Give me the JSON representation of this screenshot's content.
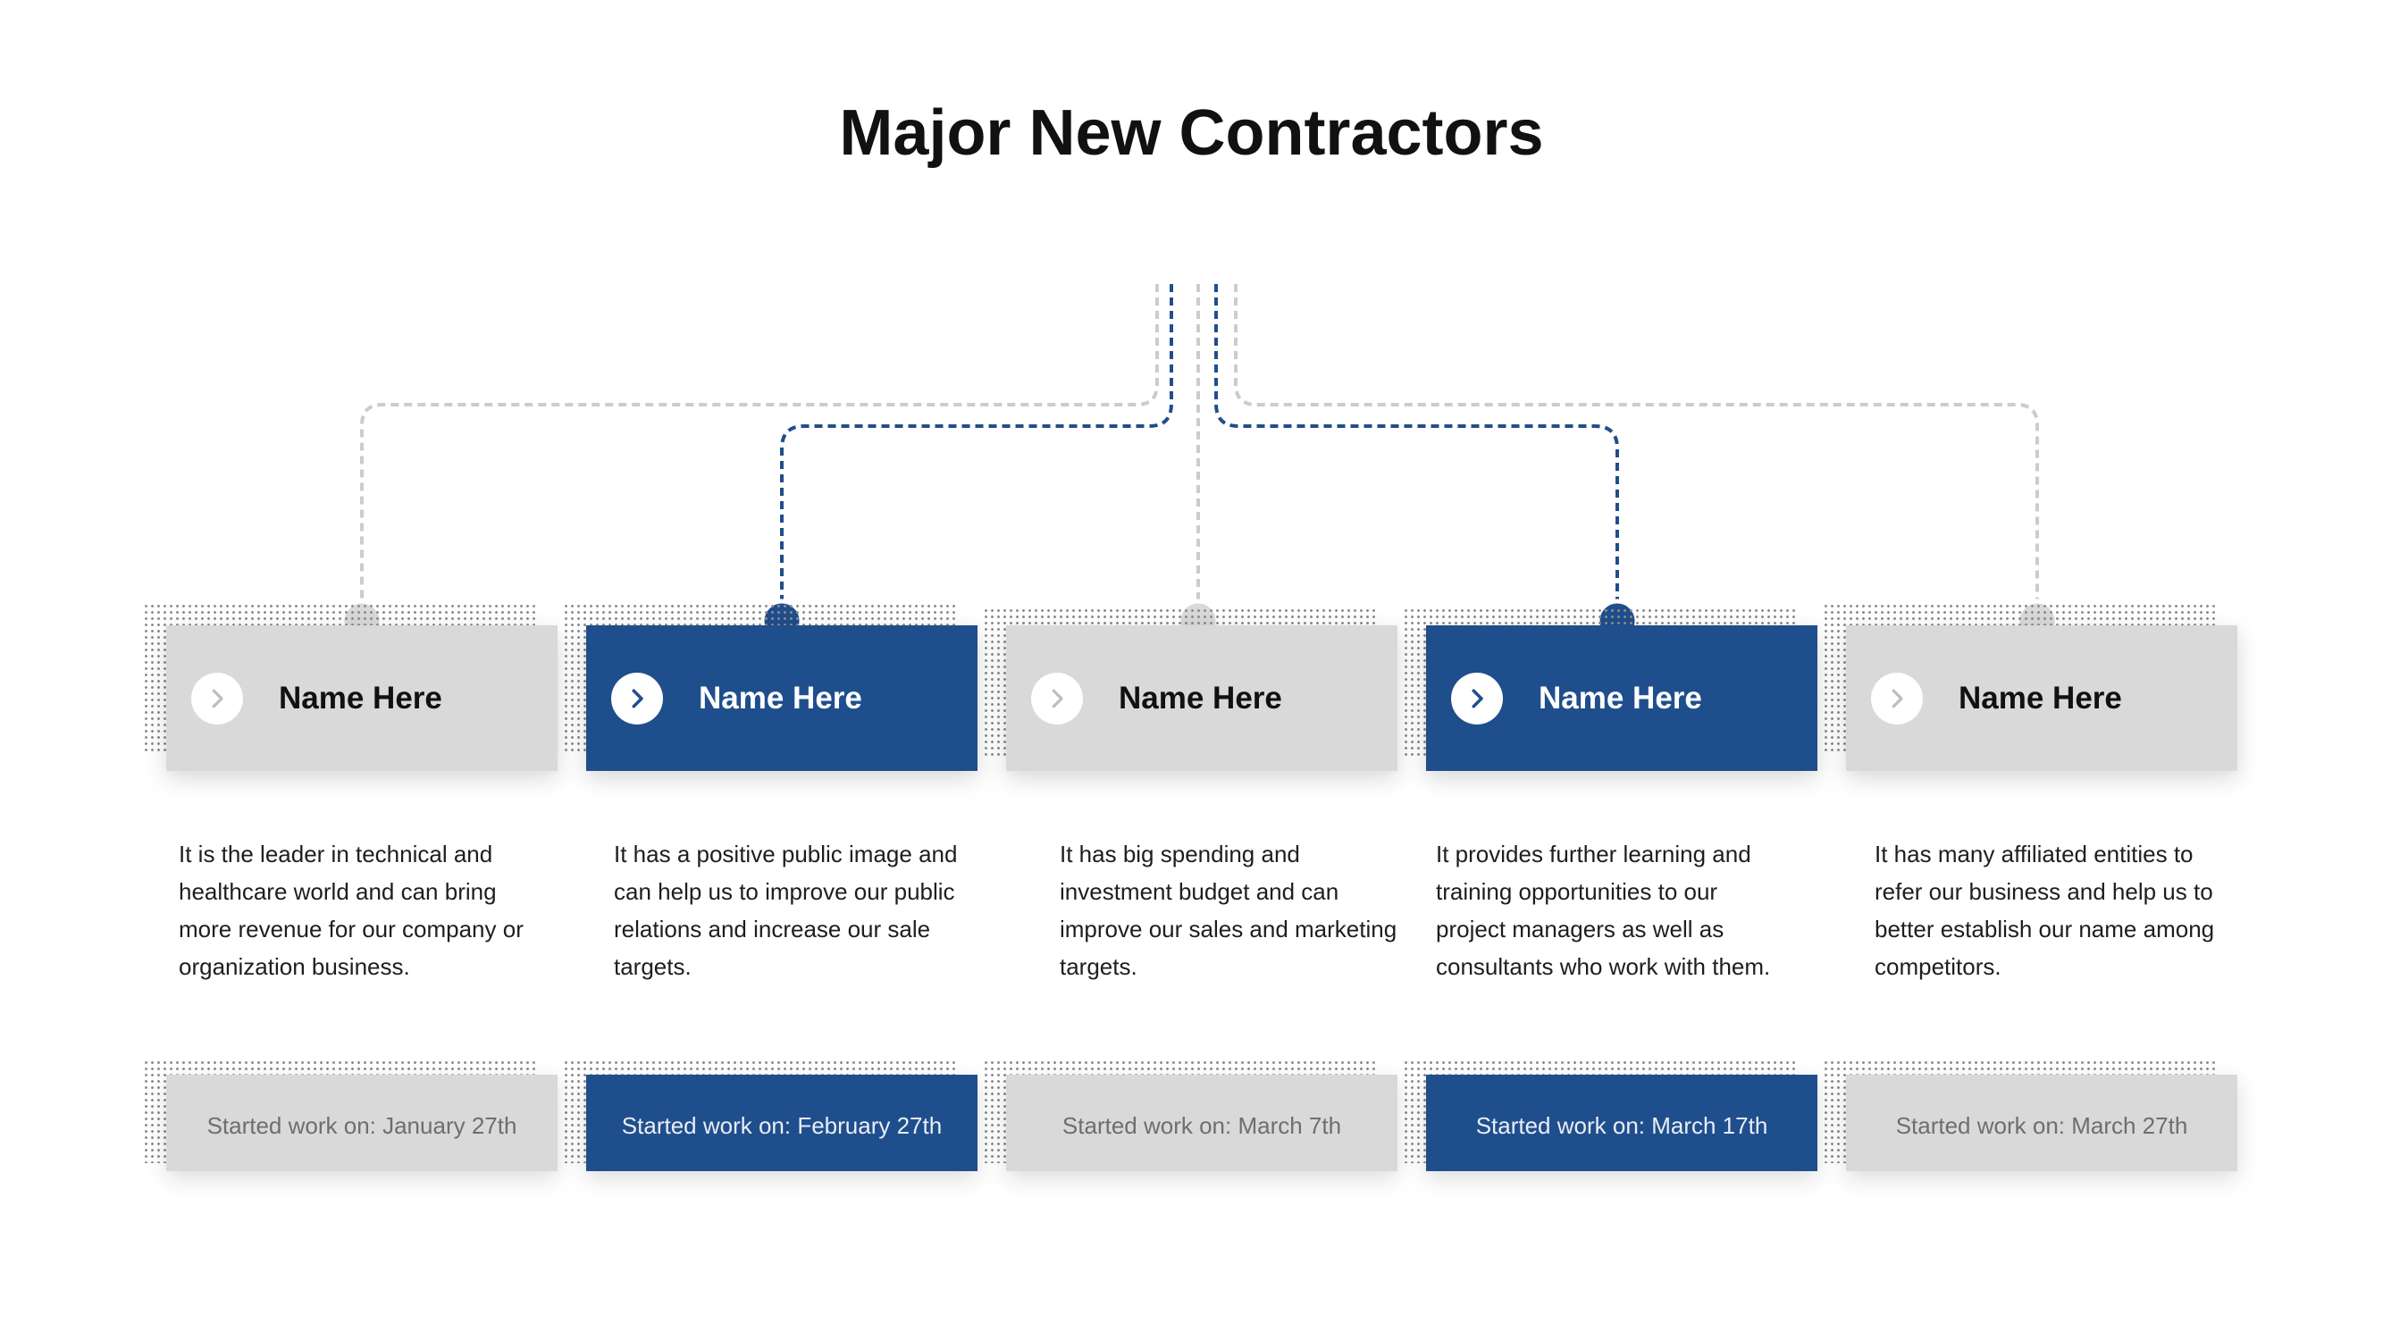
{
  "title": "Major New Contractors",
  "colors": {
    "blue": "#1f4e8c",
    "gray": "#d9d9d9",
    "dash_gray": "#cccccc"
  },
  "contractors": [
    {
      "name": "Name Here",
      "description": "It is the leader in technical and healthcare world and can bring more revenue for our company or organization business.",
      "started": "Started work on: January 27th",
      "style": "gray",
      "icon": "chevron-right-icon"
    },
    {
      "name": "Name Here",
      "description": "It has a positive public image and can help us to improve our public relations and increase our sale targets.",
      "started": "Started work  on: February 27th",
      "style": "blue",
      "icon": "chevron-right-icon"
    },
    {
      "name": "Name Here",
      "description": "It has big spending and investment budget and can improve our sales and marketing targets.",
      "started": "Started work  on: March 7th",
      "style": "gray",
      "icon": "chevron-right-icon"
    },
    {
      "name": "Name Here",
      "description": "It provides further learning and training opportunities to our project managers as well as consultants who work with them.",
      "started": "Started work  on: March 17th",
      "style": "blue",
      "icon": "chevron-right-icon"
    },
    {
      "name": "Name Here",
      "description": "It has many affiliated entities to refer our business and help us to better establish our name among competitors.",
      "started": "Started work  on: March 27th",
      "style": "gray",
      "icon": "chevron-right-icon"
    }
  ]
}
